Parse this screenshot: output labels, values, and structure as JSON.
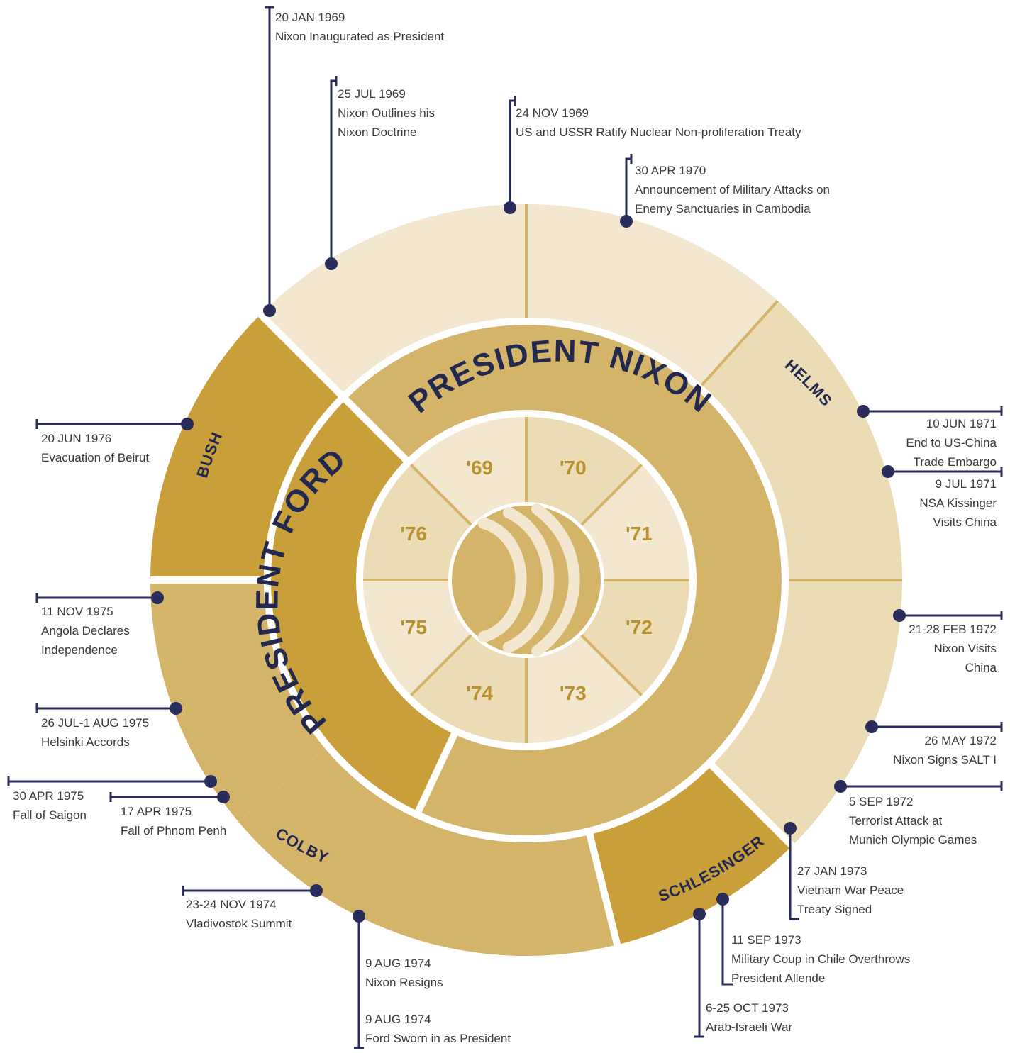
{
  "colors": {
    "navy": "#2a2d5c",
    "gold_dark": "#c99f3a",
    "gold_mid": "#d4b468",
    "cream_light": "#f3e7cf",
    "cream": "#ecdcb6",
    "year_text": "#b8922d"
  },
  "presidents": {
    "nixon": "PRESIDENT NIXON",
    "ford": "PRESIDENT FORD"
  },
  "directors": {
    "helms": "HELMS",
    "schlesinger": "SCHLESINGER",
    "colby": "COLBY",
    "bush": "BUSH"
  },
  "years": [
    "'69",
    "'70",
    "'71",
    "'72",
    "'73",
    "'74",
    "'75",
    "'76"
  ],
  "events": [
    {
      "date": "20 JAN 1969",
      "text": [
        "Nixon Inaugurated as President"
      ]
    },
    {
      "date": "25 JUL 1969",
      "text": [
        "Nixon Outlines his",
        "Nixon Doctrine"
      ]
    },
    {
      "date": "24 NOV 1969",
      "text": [
        "US and USSR Ratify Nuclear Non-proliferation Treaty"
      ]
    },
    {
      "date": "30 APR 1970",
      "text": [
        "Announcement of Military Attacks on",
        "Enemy Sanctuaries in Cambodia"
      ]
    },
    {
      "date": "10 JUN 1971",
      "text": [
        "End to US-China",
        "Trade Embargo"
      ]
    },
    {
      "date": "9 JUL 1971",
      "text": [
        "NSA Kissinger",
        "Visits China"
      ]
    },
    {
      "date": "21-28 FEB 1972",
      "text": [
        "Nixon Visits",
        "China"
      ]
    },
    {
      "date": "26 MAY 1972",
      "text": [
        "Nixon Signs SALT I"
      ]
    },
    {
      "date": "5 SEP 1972",
      "text": [
        "Terrorist Attack at",
        "Munich Olympic Games"
      ]
    },
    {
      "date": "27 JAN 1973",
      "text": [
        "Vietnam War Peace",
        "Treaty Signed"
      ]
    },
    {
      "date": "11 SEP 1973",
      "text": [
        "Military Coup in Chile Overthrows",
        "President Allende"
      ]
    },
    {
      "date": "6-25 OCT 1973",
      "text": [
        "Arab-Israeli War"
      ]
    },
    {
      "date": "9 AUG 1974",
      "text": [
        "Nixon Resigns"
      ]
    },
    {
      "date": "9 AUG 1974",
      "text": [
        "Ford Sworn in as President"
      ]
    },
    {
      "date": "23-24 NOV 1974",
      "text": [
        "Vladivostok Summit"
      ]
    },
    {
      "date": "17 APR 1975",
      "text": [
        "Fall of Phnom Penh"
      ]
    },
    {
      "date": "30 APR 1975",
      "text": [
        "Fall of Saigon"
      ]
    },
    {
      "date": "26 JUL-1 AUG 1975",
      "text": [
        "Helsinki Accords"
      ]
    },
    {
      "date": "11 NOV 1975",
      "text": [
        "Angola Declares",
        "Independence"
      ]
    },
    {
      "date": "20 JUN 1976",
      "text": [
        "Evacuation of Beirut"
      ]
    }
  ]
}
